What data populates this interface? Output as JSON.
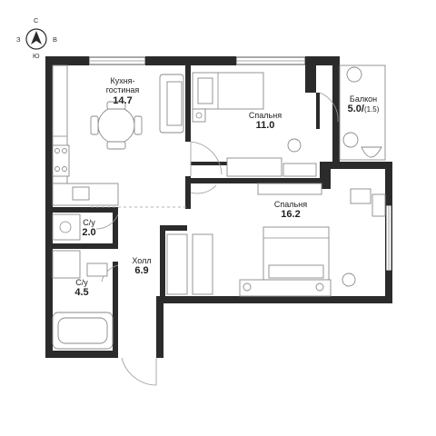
{
  "compass": {
    "north": "С",
    "south": "Ю",
    "west": "З",
    "east": "В"
  },
  "rooms": [
    {
      "id": "kitchen",
      "name": "Кухня-\nгостиная",
      "area": "14.7"
    },
    {
      "id": "bedroom1",
      "name": "Спальня",
      "area": "11.0"
    },
    {
      "id": "balcony",
      "name": "Балкон",
      "area": "5.0",
      "area_reduced": "(1.5)"
    },
    {
      "id": "bedroom2",
      "name": "Спальня",
      "area": "16.2"
    },
    {
      "id": "wc1",
      "name": "С/у",
      "area": "2.0"
    },
    {
      "id": "hall",
      "name": "Холл",
      "area": "6.9"
    },
    {
      "id": "wc2",
      "name": "С/у",
      "area": "4.5"
    }
  ],
  "colors": {
    "wall": "#2b2b2b",
    "furniture": "#8a8a8a"
  }
}
